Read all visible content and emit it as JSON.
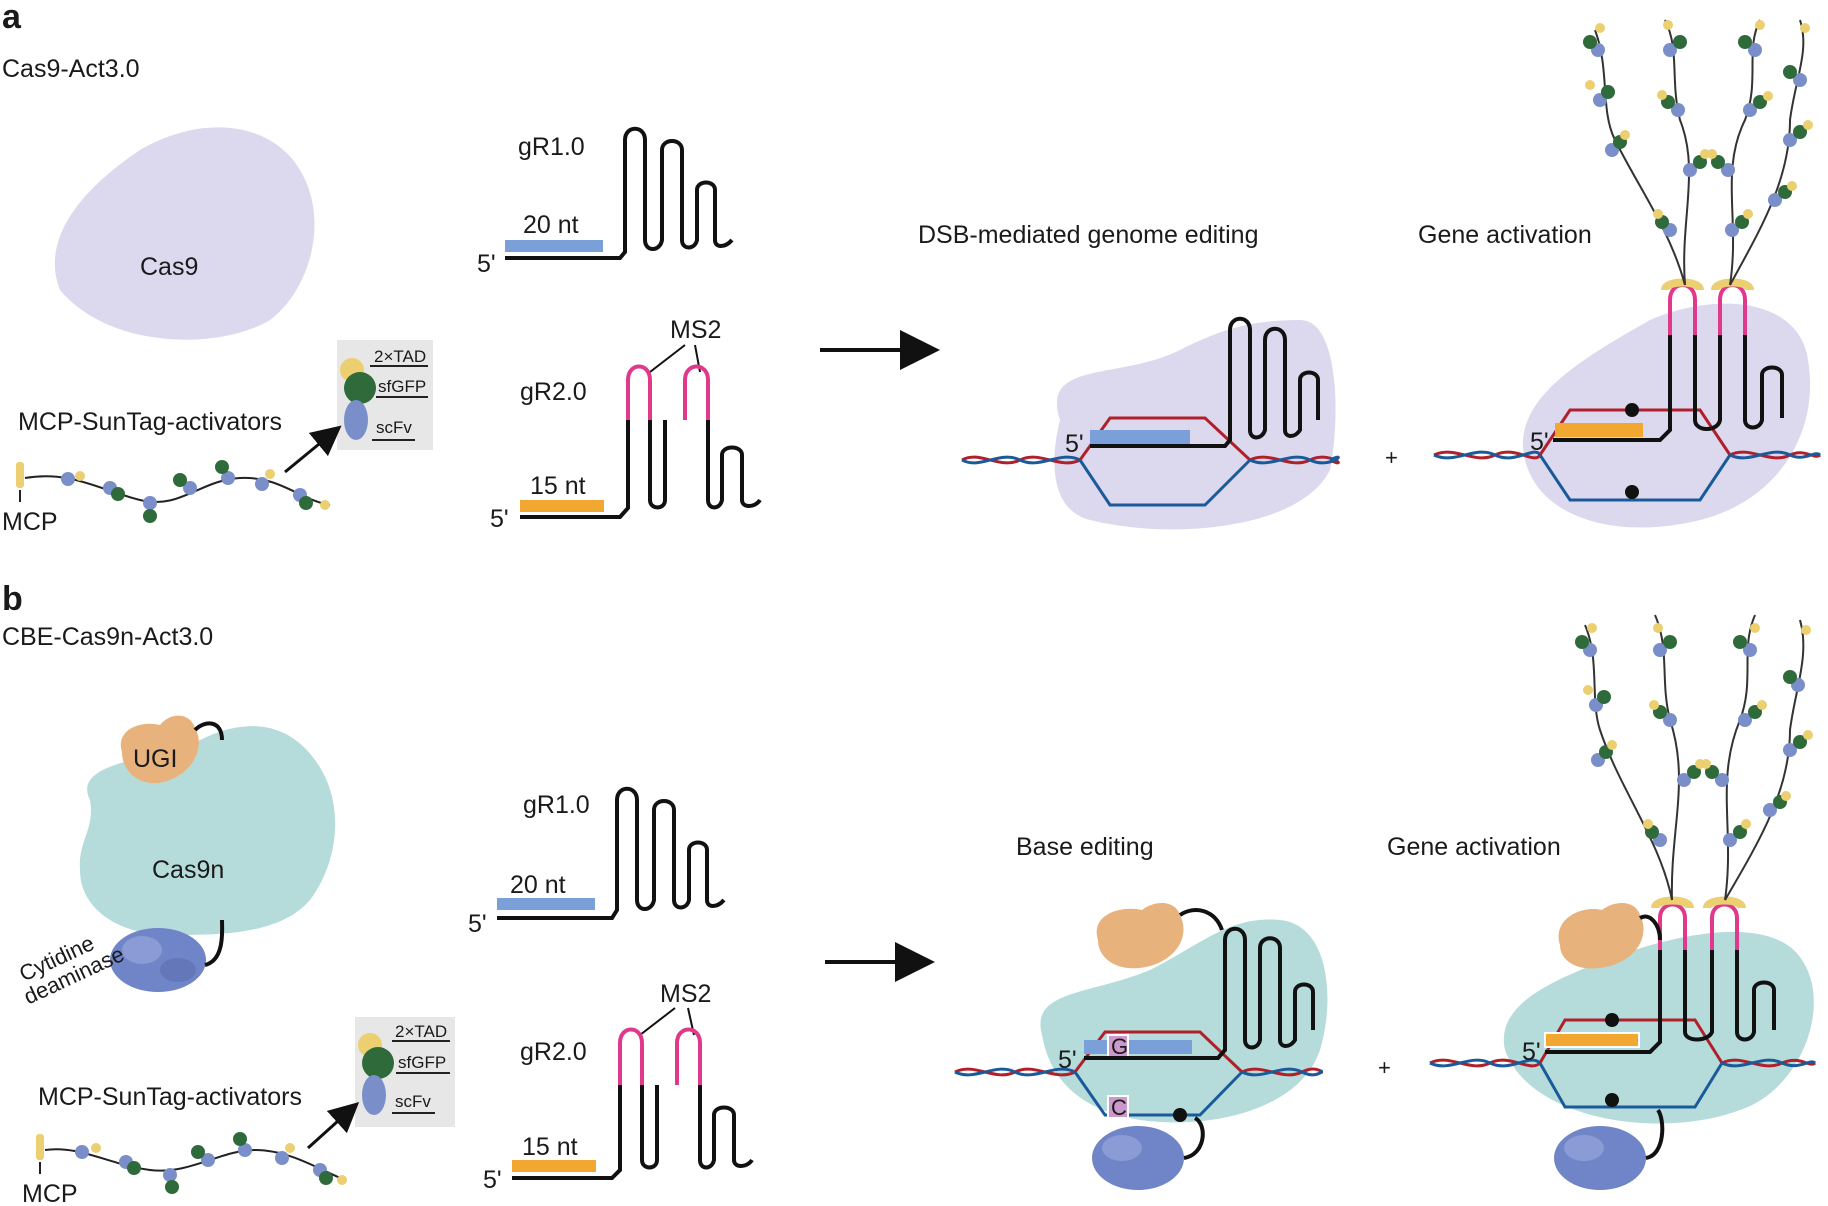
{
  "panel_a": {
    "letter": "a",
    "construct": "Cas9-Act3.0",
    "cas_label": "Cas9",
    "activator_label": "MCP-SunTag-activators",
    "mcp_label": "MCP",
    "legend": [
      "2×TAD",
      "sfGFP",
      "scFv"
    ],
    "guides": [
      {
        "name": "gR1.0",
        "spacer": "20 nt",
        "five_prime": "5'"
      },
      {
        "name": "gR2.0",
        "spacer": "15 nt",
        "five_prime": "5'",
        "loop_label": "MS2"
      }
    ],
    "result_left_title": "DSB-mediated genome editing",
    "result_right_title": "Gene activation",
    "plus": "+",
    "five_prime_left": "5'",
    "five_prime_right": "5'"
  },
  "panel_b": {
    "letter": "b",
    "construct": "CBE-Cas9n-Act3.0",
    "cas_label": "Cas9n",
    "ugi_label": "UGI",
    "deaminase_label_1": "Cytidine",
    "deaminase_label_2": "deaminase",
    "activator_label": "MCP-SunTag-activators",
    "mcp_label": "MCP",
    "legend": [
      "2×TAD",
      "sfGFP",
      "scFv"
    ],
    "guides": [
      {
        "name": "gR1.0",
        "spacer": "20 nt",
        "five_prime": "5'"
      },
      {
        "name": "gR2.0",
        "spacer": "15 nt",
        "five_prime": "5'",
        "loop_label": "MS2"
      }
    ],
    "result_left_title": "Base editing",
    "result_right_title": "Gene activation",
    "plus": "+",
    "five_prime_left": "5'",
    "five_prime_right": "5'",
    "base_top": "G",
    "base_bottom": "C"
  },
  "colors": {
    "cas9": "#dcd8ee",
    "cas9n": "#b5dcda",
    "spacer_20nt": "#7b9fd8",
    "spacer_15nt": "#f2a830",
    "ms2_loop": "#e0388a",
    "dna_red": "#b0202a",
    "dna_blue": "#1a5a9a",
    "ugi": "#e8b27d",
    "deaminase": "#7084c8",
    "tad": "#ebcf70",
    "sfgfp": "#2f6b3a",
    "scfv": "#7a8ec9",
    "base_box": "#cc99cc"
  }
}
